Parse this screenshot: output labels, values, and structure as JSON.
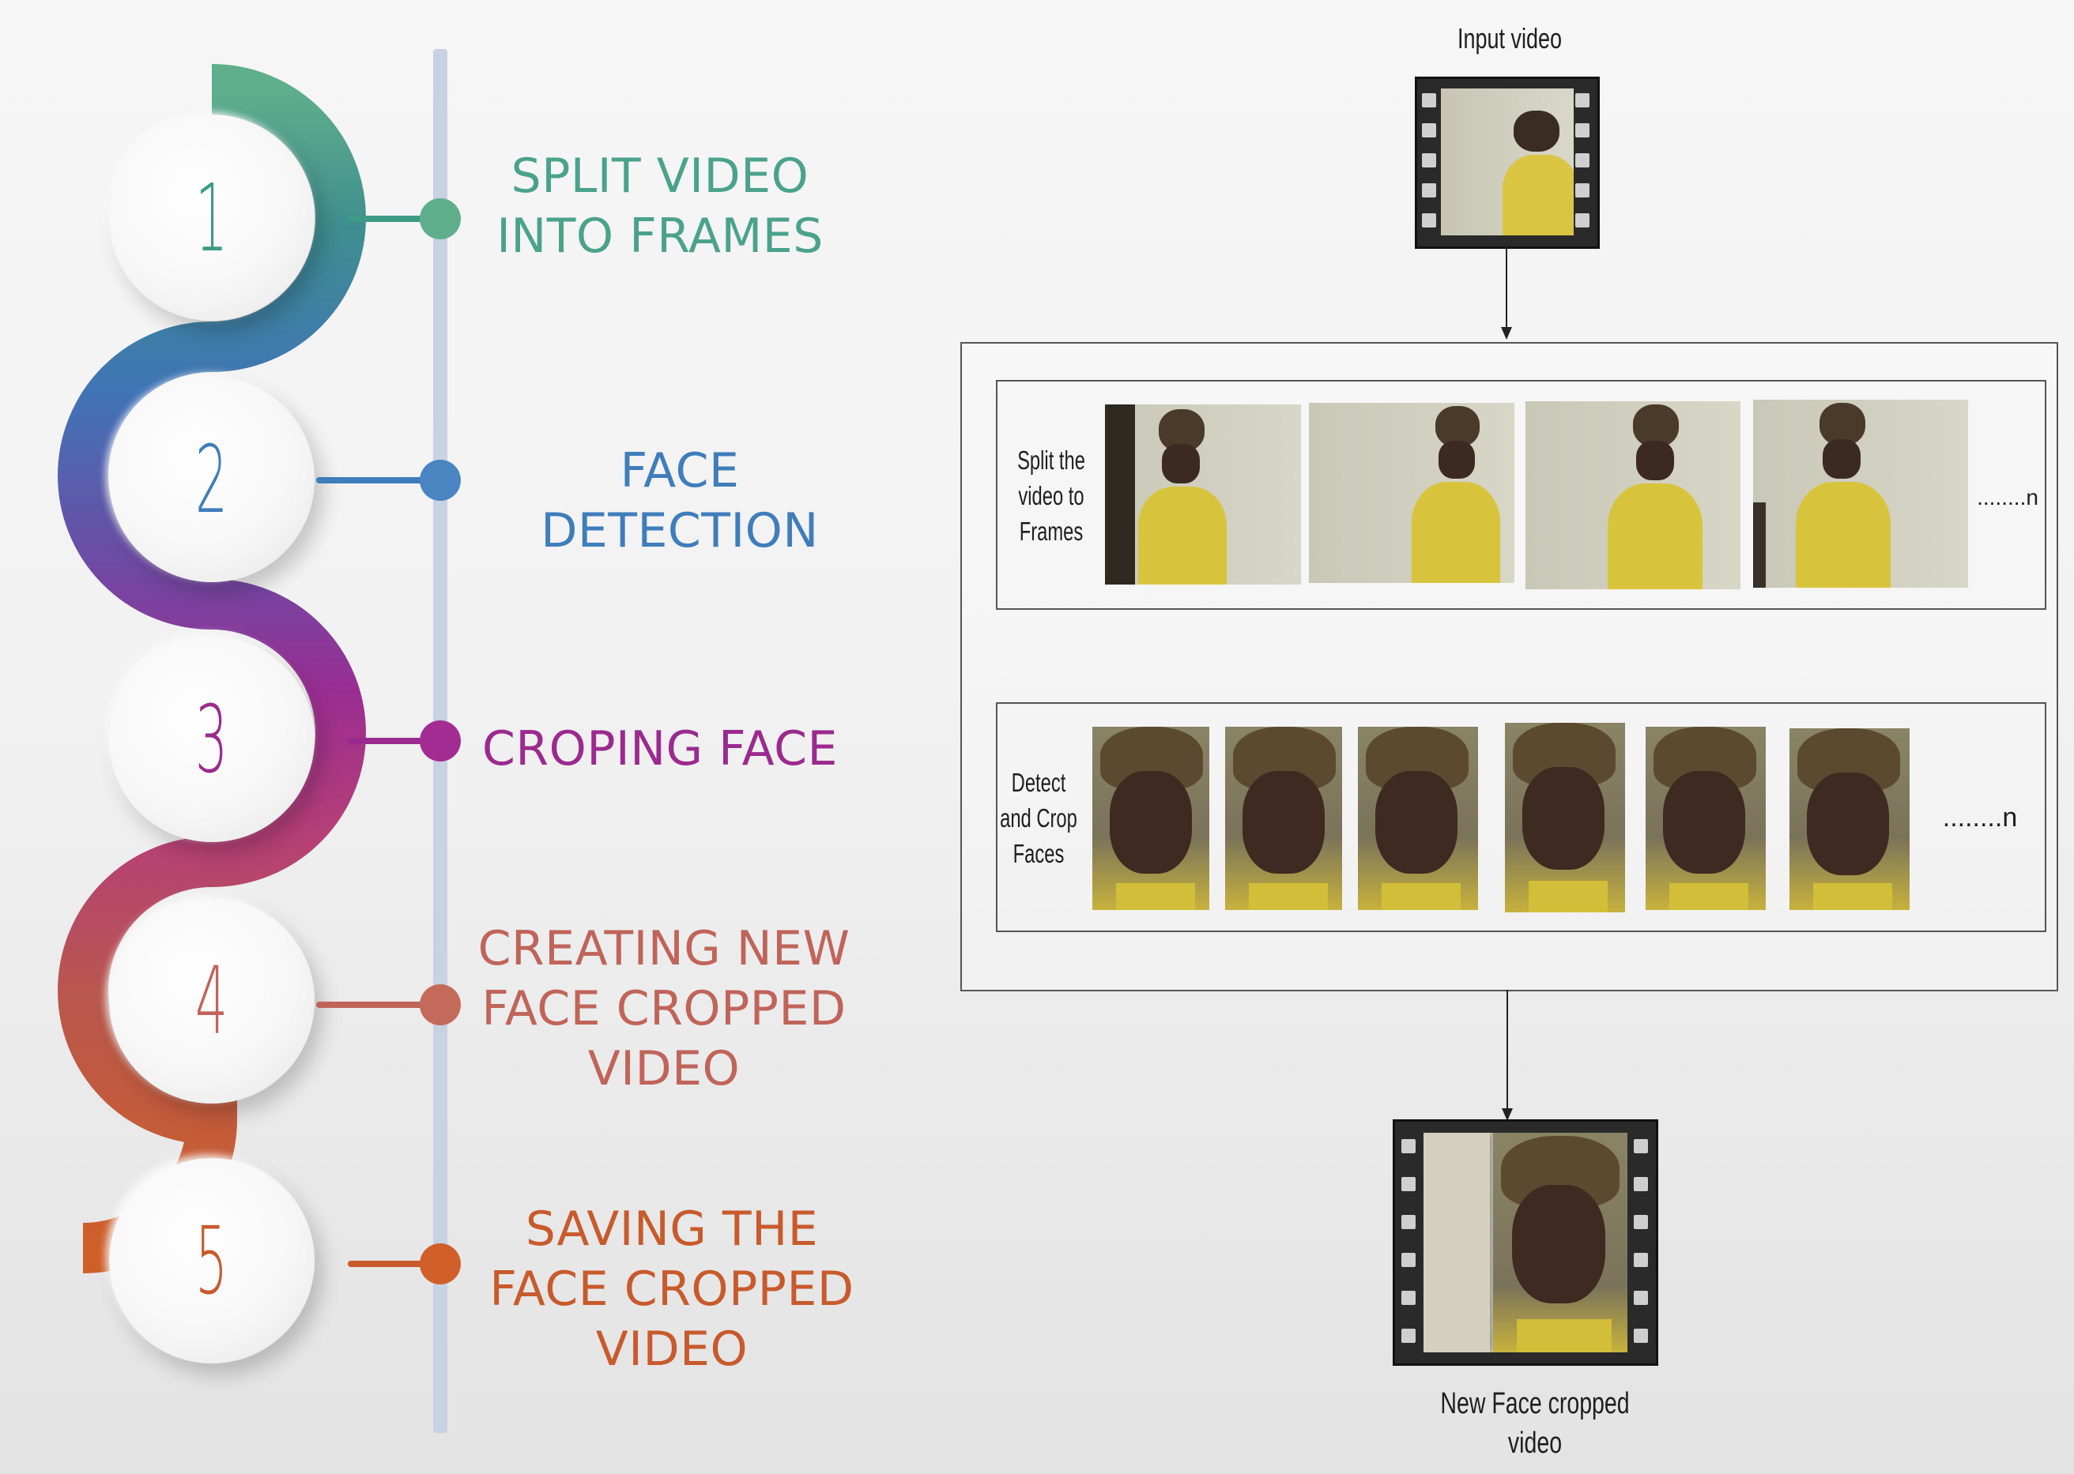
{
  "steps": [
    {
      "number": "1",
      "label": "SPLIT VIDEO\nINTO FRAMES",
      "color": "#3e9b86"
    },
    {
      "number": "2",
      "label": "FACE DETECTION",
      "color": "#3f7dbb"
    },
    {
      "number": "3",
      "label": "CROPING FACE",
      "color": "#9b2a8f"
    },
    {
      "number": "4",
      "label": "CREATING NEW\nFACE CROPPED\nVIDEO",
      "color": "#c0645a"
    },
    {
      "number": "5",
      "label": "SAVING THE\nFACE CROPPED\nVIDEO",
      "color": "#c85a2c"
    }
  ],
  "diagram": {
    "input_label": "Input video",
    "split_label": "Split the\nvideo to\nFrames",
    "split_ellipsis": "........n",
    "detect_label": "Detect\nand Crop\nFaces",
    "detect_ellipsis": "........n",
    "output_label": "New Face cropped\nvideo"
  }
}
